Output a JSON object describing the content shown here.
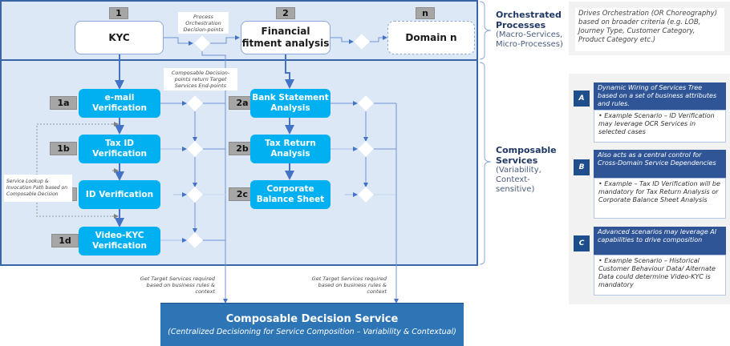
{
  "orchestrated": {
    "processes": [
      {
        "tag": "1",
        "label": "KYC"
      },
      {
        "tag": "2",
        "label": "Financial fitment analysis"
      },
      {
        "tag": "n",
        "label": "Domain n"
      }
    ],
    "decision_note": "Process Orchestration Decision-points"
  },
  "composable": {
    "decision_note": "Composable Decision-points return Target Services End-points",
    "lookup_note": "Service Lookup & Invocation Path based on Composable Decision",
    "kyc_services": [
      {
        "tag": "1a",
        "label": "e-mail Verification"
      },
      {
        "tag": "1b",
        "label": "Tax ID Verification"
      },
      {
        "tag": "1c",
        "label": "ID Verification"
      },
      {
        "tag": "1d",
        "label": "Video-KYC Verification"
      }
    ],
    "finance_services": [
      {
        "tag": "2a",
        "label": "Bank Statement Analysis"
      },
      {
        "tag": "2b",
        "label": "Tax Return Analysis"
      },
      {
        "tag": "2c",
        "label": "Corporate Balance Sheet"
      }
    ]
  },
  "get_target_note": "Get Target Services required based on business rules & context",
  "decision_service": {
    "title": "Composable Decision Service",
    "subtitle": "(Centralized Decisioning for Service Composition – Variability & Contextual)"
  },
  "side_labels": {
    "orchestrated_title": "Orchestrated Processes",
    "orchestrated_sub": "(Macro-Services, Micro-Processes)",
    "composable_title": "Composable Services",
    "composable_sub": "(Variability, Context-sensitive)"
  },
  "right_panel": {
    "orchestration_text": "Drives Orchestration (OR Choreography) based on broader criteria (e.g. LOB, Journey Type, Customer Category, Product Category etc.)",
    "cards": [
      {
        "letter": "A",
        "head": "Dynamic Wiring of Services Tree based on a set of business attributes and rules.",
        "body": "• Example Scenario – ID Verification may leverage OCR Services in selected cases"
      },
      {
        "letter": "B",
        "head": "Also acts as a central control for Cross-Domain Service Dependencies",
        "body": "• Example – Tax ID Verification will be mandatory for Tax Return Analysis or Corporate Balance Sheet Analysis"
      },
      {
        "letter": "C",
        "head": "Advanced scenarios may leverage AI capabilities to drive composition",
        "body": "• Example Scenario – Historical Customer Behaviour Data/ Alternate Data could determine Video-KYC is mandatory"
      }
    ]
  },
  "colors": {
    "panel_bg": "#dce8f6",
    "panel_border": "#3a64a8",
    "service_blue": "#00b0f0",
    "decision_service_blue": "#2e75b6",
    "card_head": "#2f5597",
    "tag_grey": "#a6a6a6"
  }
}
